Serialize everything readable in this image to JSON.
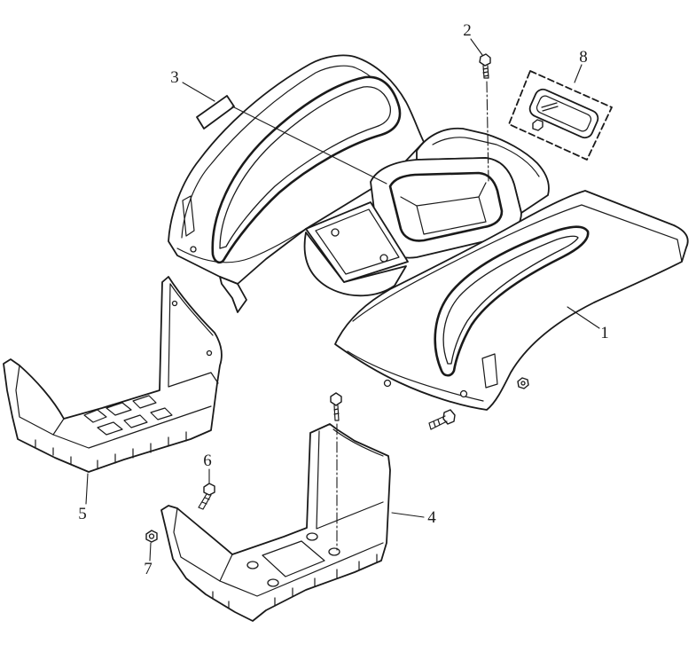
{
  "callouts": [
    "1",
    "2",
    "3",
    "4",
    "5",
    "6",
    "7",
    "8"
  ],
  "colors": {
    "line": "#1a1a1a",
    "background": "#ffffff"
  }
}
